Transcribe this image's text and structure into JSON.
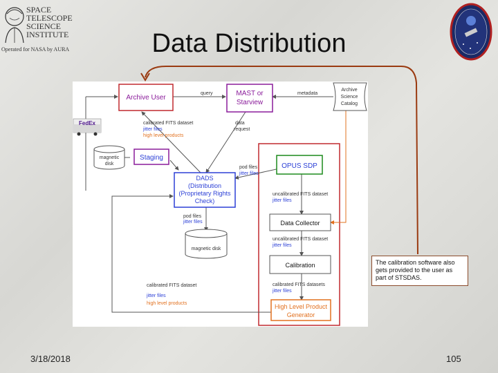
{
  "logo_left": {
    "lines": [
      "SPACE",
      "TELESCOPE",
      "SCIENCE",
      "INSTITUTE"
    ],
    "operated": "Operated for NASA by AURA"
  },
  "title": "Data Distribution",
  "diagram": {
    "boxes": {
      "archive_user": "Archive User",
      "mast_line1": "MAST or",
      "mast_line2": "Starview",
      "catalog_line1": "Archive",
      "catalog_line2": "Science",
      "catalog_line3": "Catalog",
      "staging": "Staging",
      "opus": "OPUS SDP",
      "dads_line1": "DADS",
      "dads_line2": "(Distribution",
      "dads_line3": "(Proprietary Rights",
      "dads_line4": "Check)",
      "data_collector": "Data Collector",
      "calibration": "Calibration",
      "hlp_line1": "High Level Product",
      "hlp_line2": "Generator",
      "magnetic_disk_small_1": "magnetic",
      "magnetic_disk_small_2": "disk",
      "magnetic_disk": "magnetic disk",
      "fedex": "FedEx"
    },
    "labels": {
      "query": "query",
      "metadata": "metadata",
      "cal_fits_1": "calibrated FITS dataset",
      "jitter_1": "jitter files",
      "hlp_1": "high level products",
      "data_line1": "data",
      "data_line2": "request",
      "pod_1": "pod files",
      "jitter_2": "jitter files",
      "uncal_1": "uncalibrated FITS dataset",
      "jitter_3": "jitter files",
      "pod_2": "pod files",
      "jitter_4": "jitter files",
      "uncal_2": "uncalibrated FITS dataset",
      "jitter_5": "jitter files",
      "cal_fits_2": "calibrated FITS datasets",
      "jitter_6": "jitter files",
      "cal_fits_3": "calibrated FITS dataset",
      "jitter_7": "jitter files",
      "hlp_2": "high level products"
    }
  },
  "note": "The calibration software also gets provided to the user as part of STSDAS.",
  "footer": {
    "date": "3/18/2018",
    "page": "105"
  },
  "colors": {
    "purple": "#8a1b9a",
    "red": "#c0282e",
    "blue": "#2b3fd6",
    "green": "#1b8a1b",
    "orange": "#e2701e",
    "brown": "#9a3a10"
  }
}
